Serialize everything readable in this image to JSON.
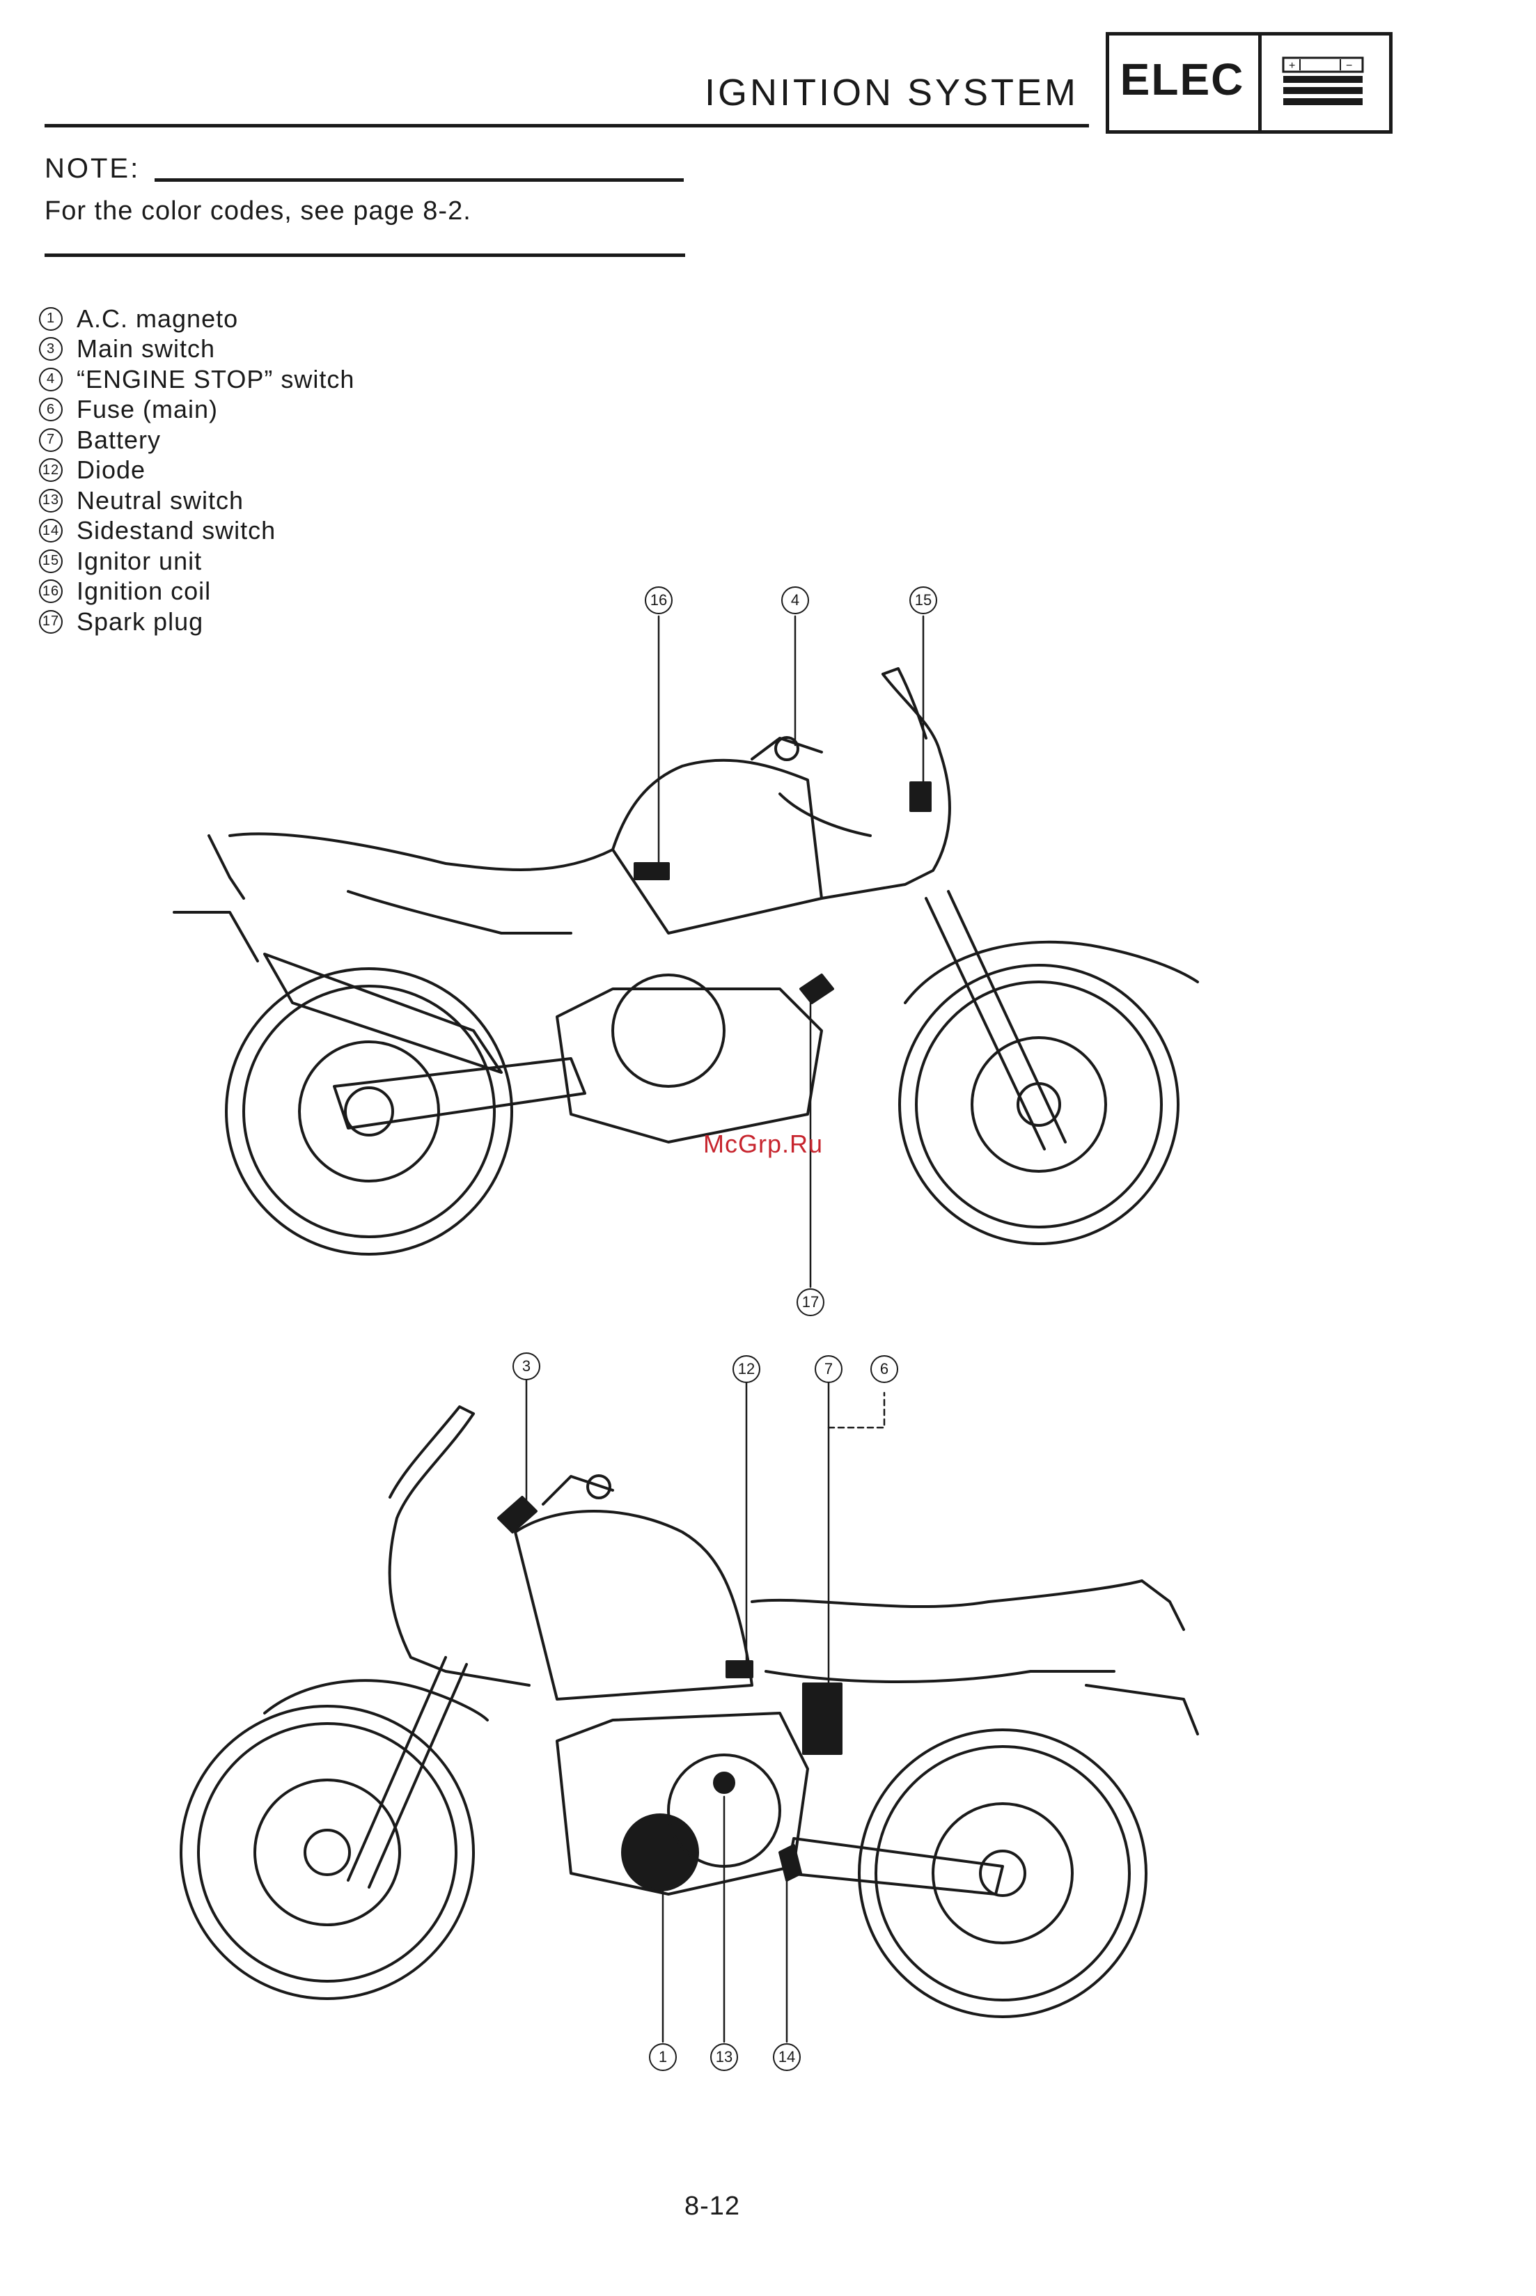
{
  "header": {
    "title": "IGNITION SYSTEM",
    "badge": "ELEC"
  },
  "note": {
    "heading": "NOTE:",
    "text": "For the color codes, see page 8-2."
  },
  "legend": [
    {
      "num": "1",
      "label": "A.C. magneto"
    },
    {
      "num": "3",
      "label": "Main switch"
    },
    {
      "num": "4",
      "label": "“ENGINE STOP” switch"
    },
    {
      "num": "6",
      "label": "Fuse (main)"
    },
    {
      "num": "7",
      "label": "Battery"
    },
    {
      "num": "12",
      "label": "Diode"
    },
    {
      "num": "13",
      "label": "Neutral switch"
    },
    {
      "num": "14",
      "label": "Sidestand switch"
    },
    {
      "num": "15",
      "label": "Ignitor unit"
    },
    {
      "num": "16",
      "label": "Ignition coil"
    },
    {
      "num": "17",
      "label": "Spark plug"
    }
  ],
  "figure_top": {
    "callouts": [
      "16",
      "4",
      "15",
      "17"
    ]
  },
  "figure_bottom": {
    "callouts": [
      "3",
      "12",
      "7",
      "6",
      "1",
      "13",
      "14"
    ]
  },
  "watermark": "McGrp.Ru",
  "page_number": "8-12"
}
